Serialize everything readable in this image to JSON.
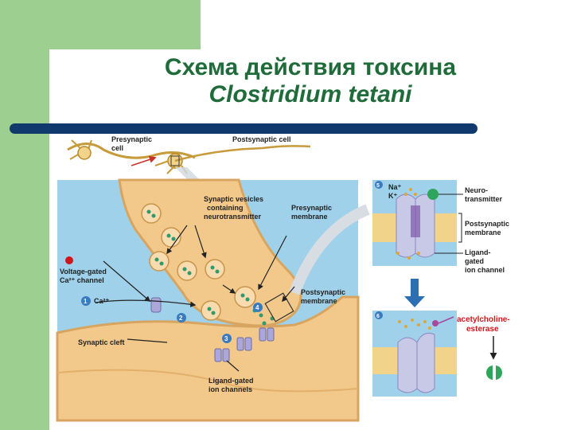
{
  "title": {
    "line1": "Схема действия токсина",
    "line2": "Clostridium tetani"
  },
  "figure": {
    "presynaptic_cell": [
      "Presynaptic",
      "cell"
    ],
    "postsynaptic_cell": "Postsynaptic cell",
    "synaptic_vesicles": [
      "Synaptic vesicles",
      "containing",
      "neurotransmitter"
    ],
    "presynaptic_membrane": [
      "Presynaptic",
      "membrane"
    ],
    "voltage_gated": [
      "Voltage-gated",
      "Ca²⁺ channel"
    ],
    "step1_label": "Ca²⁺",
    "postsynaptic_membrane_left": [
      "Postsynaptic",
      "membrane"
    ],
    "synaptic_cleft": "Synaptic cleft",
    "ligand_gated_bottom": [
      "Ligand-gated",
      "ion channels"
    ],
    "step_numbers": [
      "1",
      "2",
      "3",
      "4",
      "5",
      "6"
    ],
    "ions": [
      "Na⁺",
      "K⁺"
    ],
    "neurotransmitter": [
      "Neuro-",
      "transmitter"
    ],
    "postsynaptic_membrane_right": [
      "Postsynaptic",
      "membrane"
    ],
    "ligand_gated_right": [
      "Ligand-",
      "gated",
      "ion channel"
    ],
    "esterase": [
      "acetylcholine-",
      "esterase"
    ]
  },
  "colors": {
    "accent_green": "#1f6b3a",
    "title_bar": "#103a6e",
    "background_green": "#9ccf90",
    "esterase_red": "#d0161c",
    "neuron_tan": "#f3c98b"
  }
}
